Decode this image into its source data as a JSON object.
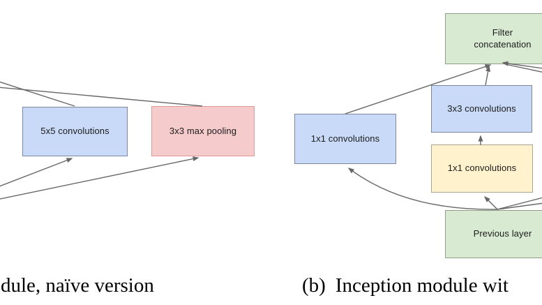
{
  "figure": {
    "panel_a": {
      "caption": "dule, naïve version",
      "boxes": {
        "conv5": {
          "label": "5x5 convolutions",
          "fill": "#c9daf8"
        },
        "maxpool": {
          "label": "3x3 max pooling",
          "fill": "#f5cbcb"
        }
      }
    },
    "panel_b": {
      "caption_label": "(b)",
      "caption": "Inception module wit",
      "boxes": {
        "concat": {
          "label": "Filter concatenation",
          "fill": "#d9ead3"
        },
        "conv1_left": {
          "label": "1x1 convolutions",
          "fill": "#c9daf8"
        },
        "conv3": {
          "label": "3x3 convolutions",
          "fill": "#c9daf8"
        },
        "conv1_mid": {
          "label": "1x1 convolutions",
          "fill": "#fff2cc"
        },
        "prev": {
          "label": "Previous layer",
          "fill": "#d9ead3"
        }
      }
    },
    "colors": {
      "blue_fill": "#c9daf8",
      "pink_fill": "#f5cbcb",
      "green_fill": "#d9ead3",
      "yellow_fill": "#fff2cc",
      "connector_line": "#666666",
      "caption_text": "#000000",
      "box_label_text": "#1b1b1b",
      "background": "#ffffff"
    }
  }
}
